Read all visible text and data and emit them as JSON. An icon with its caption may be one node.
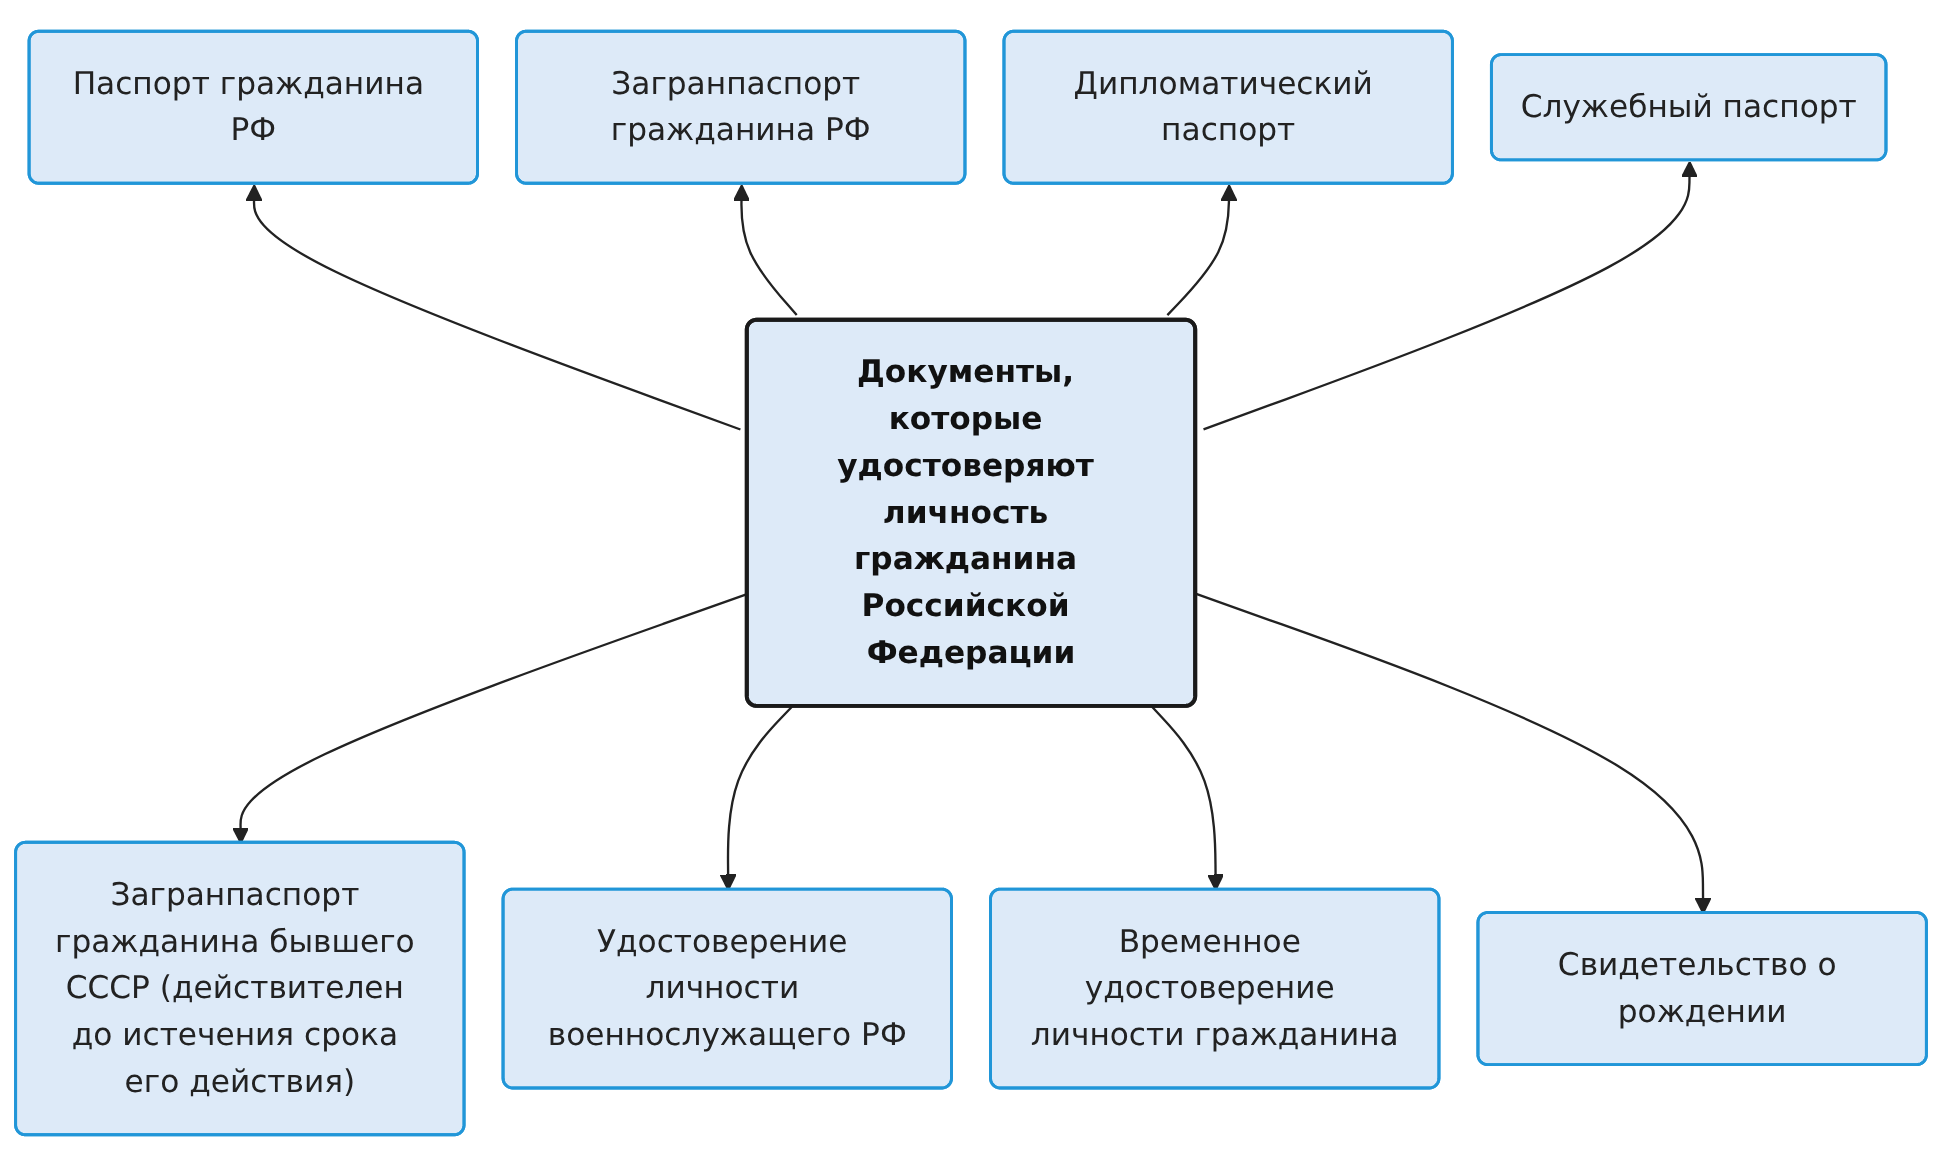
{
  "diagram": {
    "nodes": [
      {
        "text": [
          "Паспорт гражданина РФ"
        ]
      },
      {
        "text": [
          "Загранпаспорт гражданина РФ"
        ]
      },
      {
        "text": [
          "Дипломатический паспорт"
        ]
      },
      {
        "text": [
          "Служебный паспорт"
        ]
      },
      {
        "text": [
          "Документы, которые удостоверяют личность гражданина Российской Федерации"
        ]
      },
      {
        "text": [
          "Загранпаспорт гражданина бывшего СССР (действителен до истечения срока его действия)"
        ]
      },
      {
        "text": [
          "Удостоверение личности военнослужащего РФ"
        ]
      },
      {
        "text": [
          "Временное удостоверение личности гражданина"
        ]
      },
      {
        "text": [
          "Свидетельство о рождении"
        ]
      }
    ],
    "edges": [
      {
        "from": 4,
        "to": 0,
        "arrow": "to"
      },
      {
        "from": 4,
        "to": 1,
        "arrow": "to"
      },
      {
        "from": 4,
        "to": 2,
        "arrow": "to"
      },
      {
        "from": 4,
        "to": 3,
        "arrow": "to"
      },
      {
        "from": 4,
        "to": 5,
        "arrow": "to"
      },
      {
        "from": 4,
        "to": 6,
        "arrow": "to"
      },
      {
        "from": 4,
        "to": 7,
        "arrow": "to"
      },
      {
        "from": 4,
        "to": 8,
        "arrow": "to"
      }
    ]
  }
}
